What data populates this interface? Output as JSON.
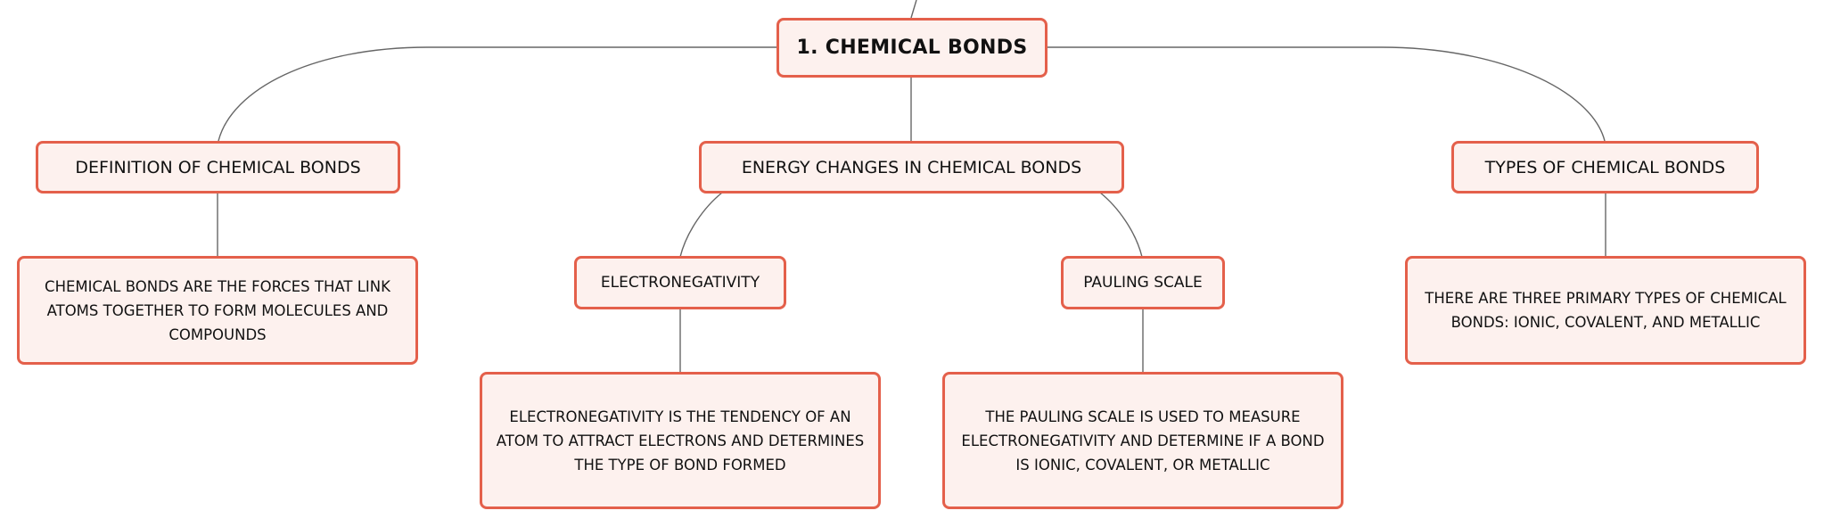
{
  "root": {
    "title": "1. CHEMICAL BONDS"
  },
  "branches": [
    {
      "title": "DEFINITION OF CHEMICAL BONDS",
      "description": "CHEMICAL BONDS ARE THE FORCES THAT LINK ATOMS TOGETHER TO FORM MOLECULES AND COMPOUNDS"
    },
    {
      "title": "ENERGY CHANGES IN CHEMICAL BONDS",
      "children": [
        {
          "title": "ELECTRONEGATIVITY",
          "description": "ELECTRONEGATIVITY IS THE TENDENCY OF AN ATOM TO ATTRACT ELECTRONS AND DETERMINES THE TYPE OF BOND FORMED"
        },
        {
          "title": "PAULING SCALE",
          "description": "THE PAULING SCALE IS USED TO MEASURE ELECTRONEGATIVITY AND DETERMINE IF A BOND IS IONIC, COVALENT, OR METALLIC"
        }
      ]
    },
    {
      "title": "TYPES OF CHEMICAL BONDS",
      "description": "THERE ARE THREE PRIMARY TYPES OF CHEMICAL BONDS: IONIC, COVALENT, AND METALLIC"
    }
  ],
  "colors": {
    "node_border": "#e4604b",
    "node_fill": "#fdf1ee",
    "connector": "#666666"
  }
}
